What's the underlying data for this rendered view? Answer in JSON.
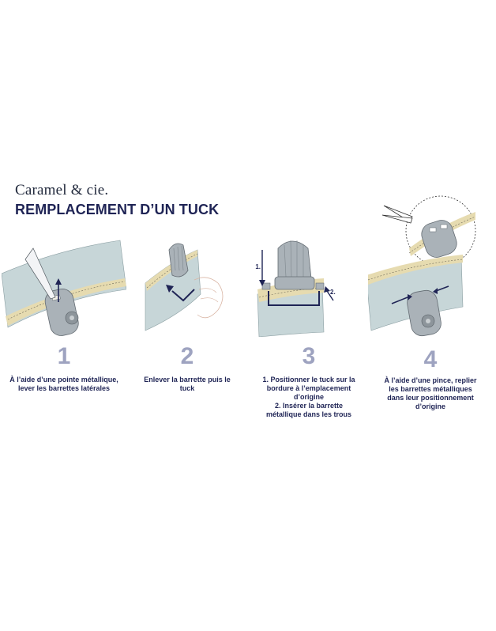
{
  "header": {
    "brand": "Caramel & cie.",
    "title": "REMPLACEMENT D’UN TUCK"
  },
  "steps": [
    {
      "number": "1",
      "lines": [
        "À l’aide d’une pointe métallique,",
        "lever les barrettes latérales"
      ]
    },
    {
      "number": "2",
      "lines": [
        "Enlever la barrette puis le",
        "tuck"
      ]
    },
    {
      "number": "3",
      "lines": [
        "1. Positionner le tuck sur la",
        "bordure à l’emplacement",
        "d’origine",
        "2. Insérer la barrette",
        "métallique dans les trous"
      ]
    },
    {
      "number": "4",
      "lines": [
        "À l’aide d’une pince, replier",
        "les barrettes métalliques",
        "dans leur positionnement",
        "d’origine"
      ]
    }
  ],
  "diagram_labels": {
    "arrow_1": "1.",
    "arrow_2": "2."
  },
  "colors": {
    "fabric": "#c7d6d8",
    "border": "#e6dbb0",
    "clip": "#aab2b8",
    "navy": "#1f2455",
    "number": "#9ea3c0"
  }
}
